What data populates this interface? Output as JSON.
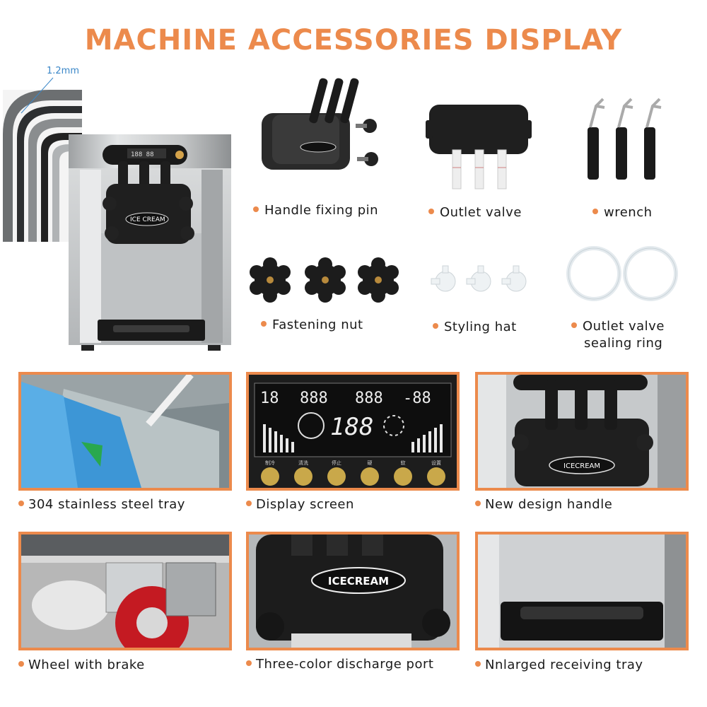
{
  "title": "MACHINE ACCESSORIES DISPLAY",
  "thickness_label": "1.2mm",
  "machine_logo": "ICE CREAM",
  "accessories": [
    {
      "label": "Handle fixing pin",
      "icon": "handle-fixing-pin-icon"
    },
    {
      "label": "Outlet valve",
      "icon": "outlet-valve-icon"
    },
    {
      "label": "wrench",
      "icon": "wrench-icon"
    },
    {
      "label": "Fastening nut",
      "icon": "fastening-nut-icon"
    },
    {
      "label": "Styling hat",
      "icon": "styling-hat-icon"
    },
    {
      "label_line1": "Outlet valve",
      "label_line2": "sealing ring",
      "icon": "sealing-ring-icon"
    }
  ],
  "features": [
    {
      "label": "304 stainless steel tray"
    },
    {
      "label": "Display screen"
    },
    {
      "label": "New design handle"
    },
    {
      "label": "Wheel with brake"
    },
    {
      "label": "Three-color discharge port"
    },
    {
      "label": "Nnlarged receiving tray"
    }
  ],
  "display_screen": {
    "digits_a": "18",
    "digits_b": "888",
    "digits_c": "888",
    "digits_d": "-88",
    "center": "188",
    "buttons": [
      "制冷",
      "清洗",
      "停止",
      "硬",
      "软",
      "设置"
    ]
  },
  "handle_panel_logo": "ICECREAM",
  "discharge_logo": "ICECREAM",
  "colors": {
    "accent": "#ec8a4c",
    "steel": "#c9cbcc",
    "black": "#1c1c1c"
  }
}
